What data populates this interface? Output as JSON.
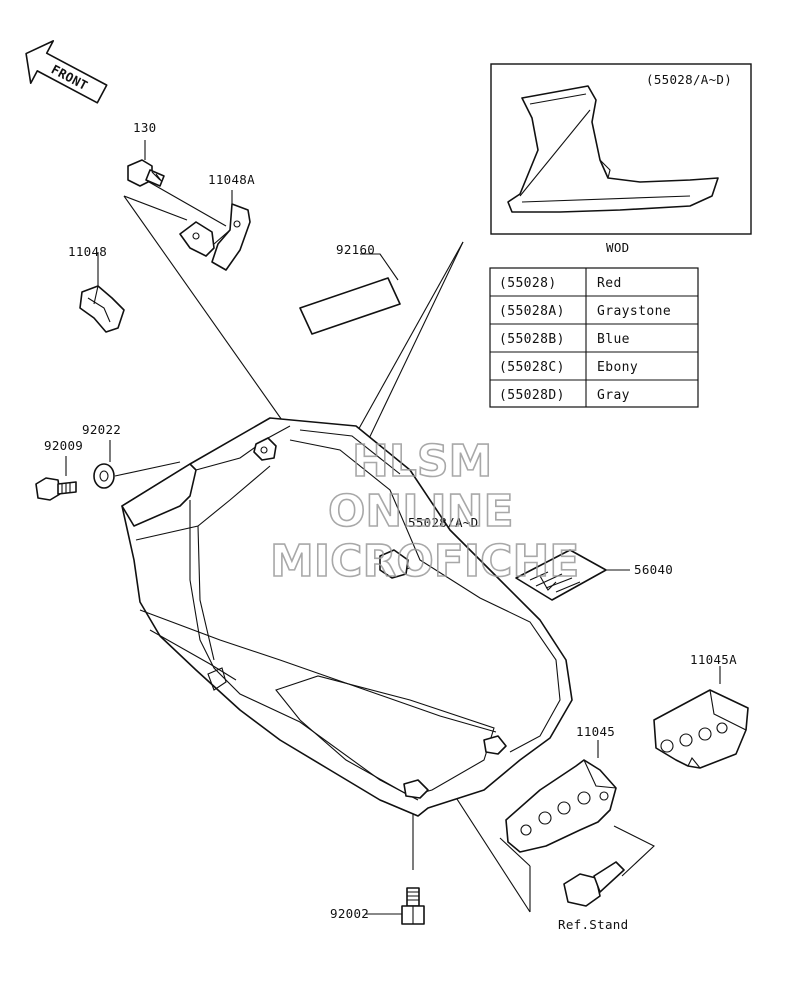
{
  "front_badge": "FRONT",
  "corner_code": "",
  "inset": {
    "code": "(55028/A~D)",
    "caption": "WOD"
  },
  "color_table": {
    "rows": [
      {
        "code": "(55028)",
        "color": "Red"
      },
      {
        "code": "(55028A)",
        "color": "Graystone"
      },
      {
        "code": "(55028B)",
        "color": "Blue"
      },
      {
        "code": "(55028C)",
        "color": "Ebony"
      },
      {
        "code": "(55028D)",
        "color": "Gray"
      }
    ]
  },
  "parts": {
    "p130": "130",
    "p11048A": "11048A",
    "p11048": "11048",
    "p92160": "92160",
    "p92022": "92022",
    "p92009": "92009",
    "p55028": "55028/A~D",
    "p56040": "56040",
    "p11045A": "11045A",
    "p11045": "11045",
    "p92002": "92002",
    "ref_stand": "Ref.Stand"
  },
  "watermark": {
    "line1": "HLSM",
    "line2": "ONLINE",
    "line3": "MICROFICHE"
  }
}
